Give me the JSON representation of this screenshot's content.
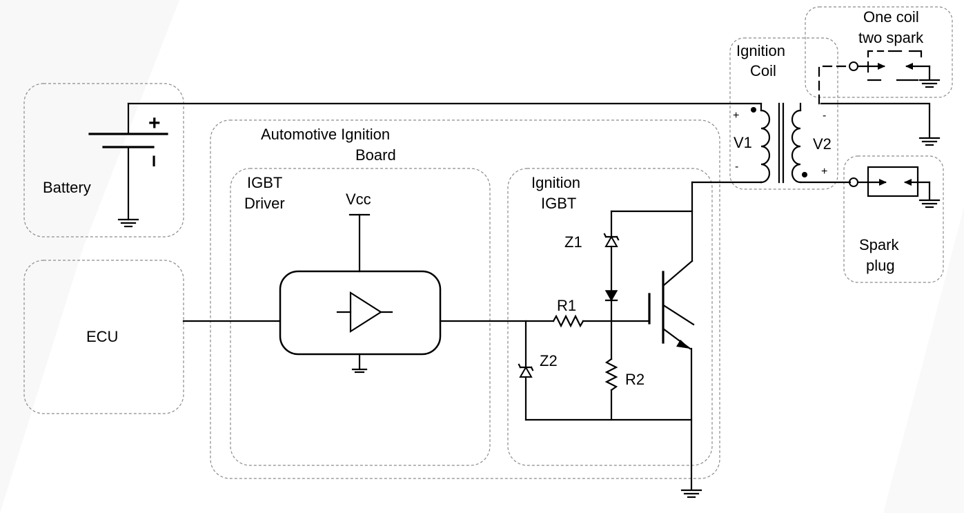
{
  "labels": {
    "battery": "Battery",
    "battery_plus": "+",
    "battery_minus": "I",
    "ecu": "ECU",
    "board_line1": "Automotive Ignition",
    "board_line2": "Board",
    "driver_line1": "IGBT",
    "driver_line2": "Driver",
    "vcc": "Vcc",
    "igbt_line1": "Ignition",
    "igbt_line2": "IGBT",
    "z1": "Z1",
    "z2": "Z2",
    "r1": "R1",
    "r2": "R2",
    "coil_line1": "Ignition",
    "coil_line2": "Coil",
    "v1": "V1",
    "v2": "V2",
    "v1_plus": "+",
    "v1_minus": "-",
    "v2_plus": "+",
    "v2_minus": "-",
    "spark_line1": "Spark",
    "spark_line2": "plug",
    "onecoil_line1": "One coil",
    "onecoil_line2": "two spark"
  }
}
